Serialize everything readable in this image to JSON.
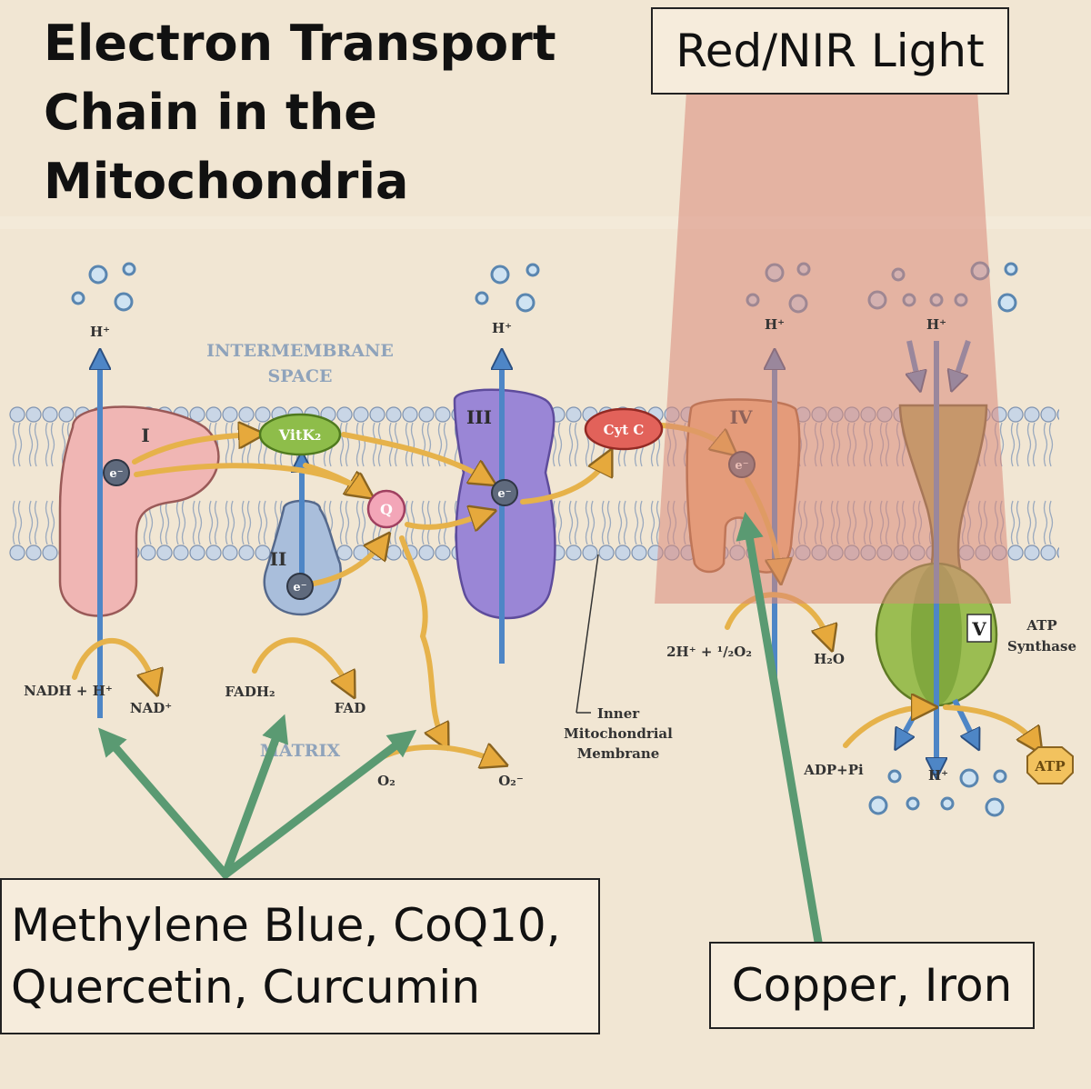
{
  "title": {
    "line1": "Electron Transport",
    "line2": "Chain in the",
    "line3": "Mitochondria"
  },
  "callouts": {
    "light": "Red/NIR Light",
    "supplements_line1": "Methylene Blue, CoQ10,",
    "supplements_line2": "Quercetin, Curcumin",
    "metals": "Copper, Iron"
  },
  "labels": {
    "intermembrane_1": "INTERMEMBRANE",
    "intermembrane_2": "SPACE",
    "matrix": "MATRIX",
    "complex_i": "I",
    "complex_ii": "II",
    "complex_iii": "III",
    "complex_iv": "IV",
    "complex_v": "V",
    "vitk2": "VitK₂",
    "q": "Q",
    "cytc": "Cyt C",
    "electron": "e⁻",
    "proton": "H⁺",
    "nadh": "NADH + H⁺",
    "nad": "NAD⁺",
    "fadh2": "FADH₂",
    "fad": "FAD",
    "o2": "O₂",
    "o2_minus": "O₂⁻",
    "water_reaction": "2H⁺ + ¹/₂O₂",
    "h2o": "H₂O",
    "imm_1": "Inner",
    "imm_2": "Mitochondrial",
    "imm_3": "Membrane",
    "atp_synthase_1": "ATP",
    "atp_synthase_2": "Synthase",
    "adp_pi": "ADP+Pi",
    "atp": "ATP"
  },
  "colors": {
    "background": "#f1e6d3",
    "light_overlay": "#d9887a",
    "arrow_green": "#5a9a72",
    "electron_arrow": "#e8b24a",
    "proton_arrow": "#4e86c6",
    "membrane_head": "#c9d6e6",
    "complex_i": "#f0b6b4",
    "complex_ii": "#a9bedb",
    "complex_iii": "#9a86d6",
    "complex_iv": "#f2b27a",
    "complex_v": "#9bbd52"
  }
}
